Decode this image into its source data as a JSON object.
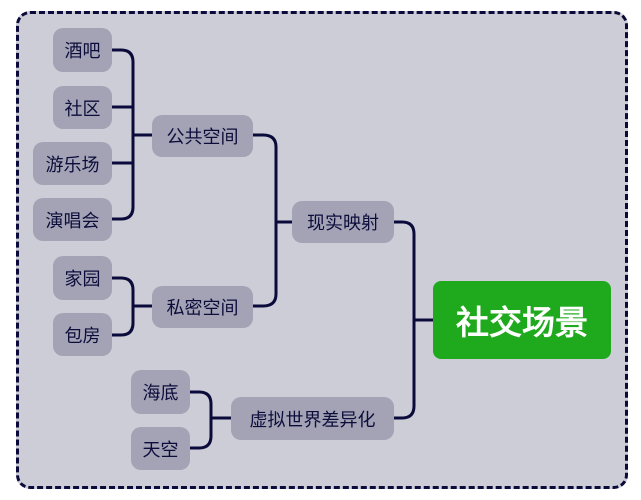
{
  "root": {
    "label": "社交场景"
  },
  "branches": {
    "reality": {
      "label": "现实映射",
      "public": {
        "label": "公共空间",
        "items": [
          "酒吧",
          "社区",
          "游乐场",
          "演唱会"
        ]
      },
      "private": {
        "label": "私密空间",
        "items": [
          "家园",
          "包房"
        ]
      }
    },
    "virtual": {
      "label": "虚拟世界差异化",
      "items": [
        "海底",
        "天空"
      ]
    }
  },
  "colors": {
    "frame_bg": "#cdcdd8",
    "frame_border": "#0b0b3b",
    "node_bg": "#a3a3b5",
    "root_bg": "#1faa1e",
    "text": "#0d0d3c",
    "connector": "#0b0b3b"
  }
}
